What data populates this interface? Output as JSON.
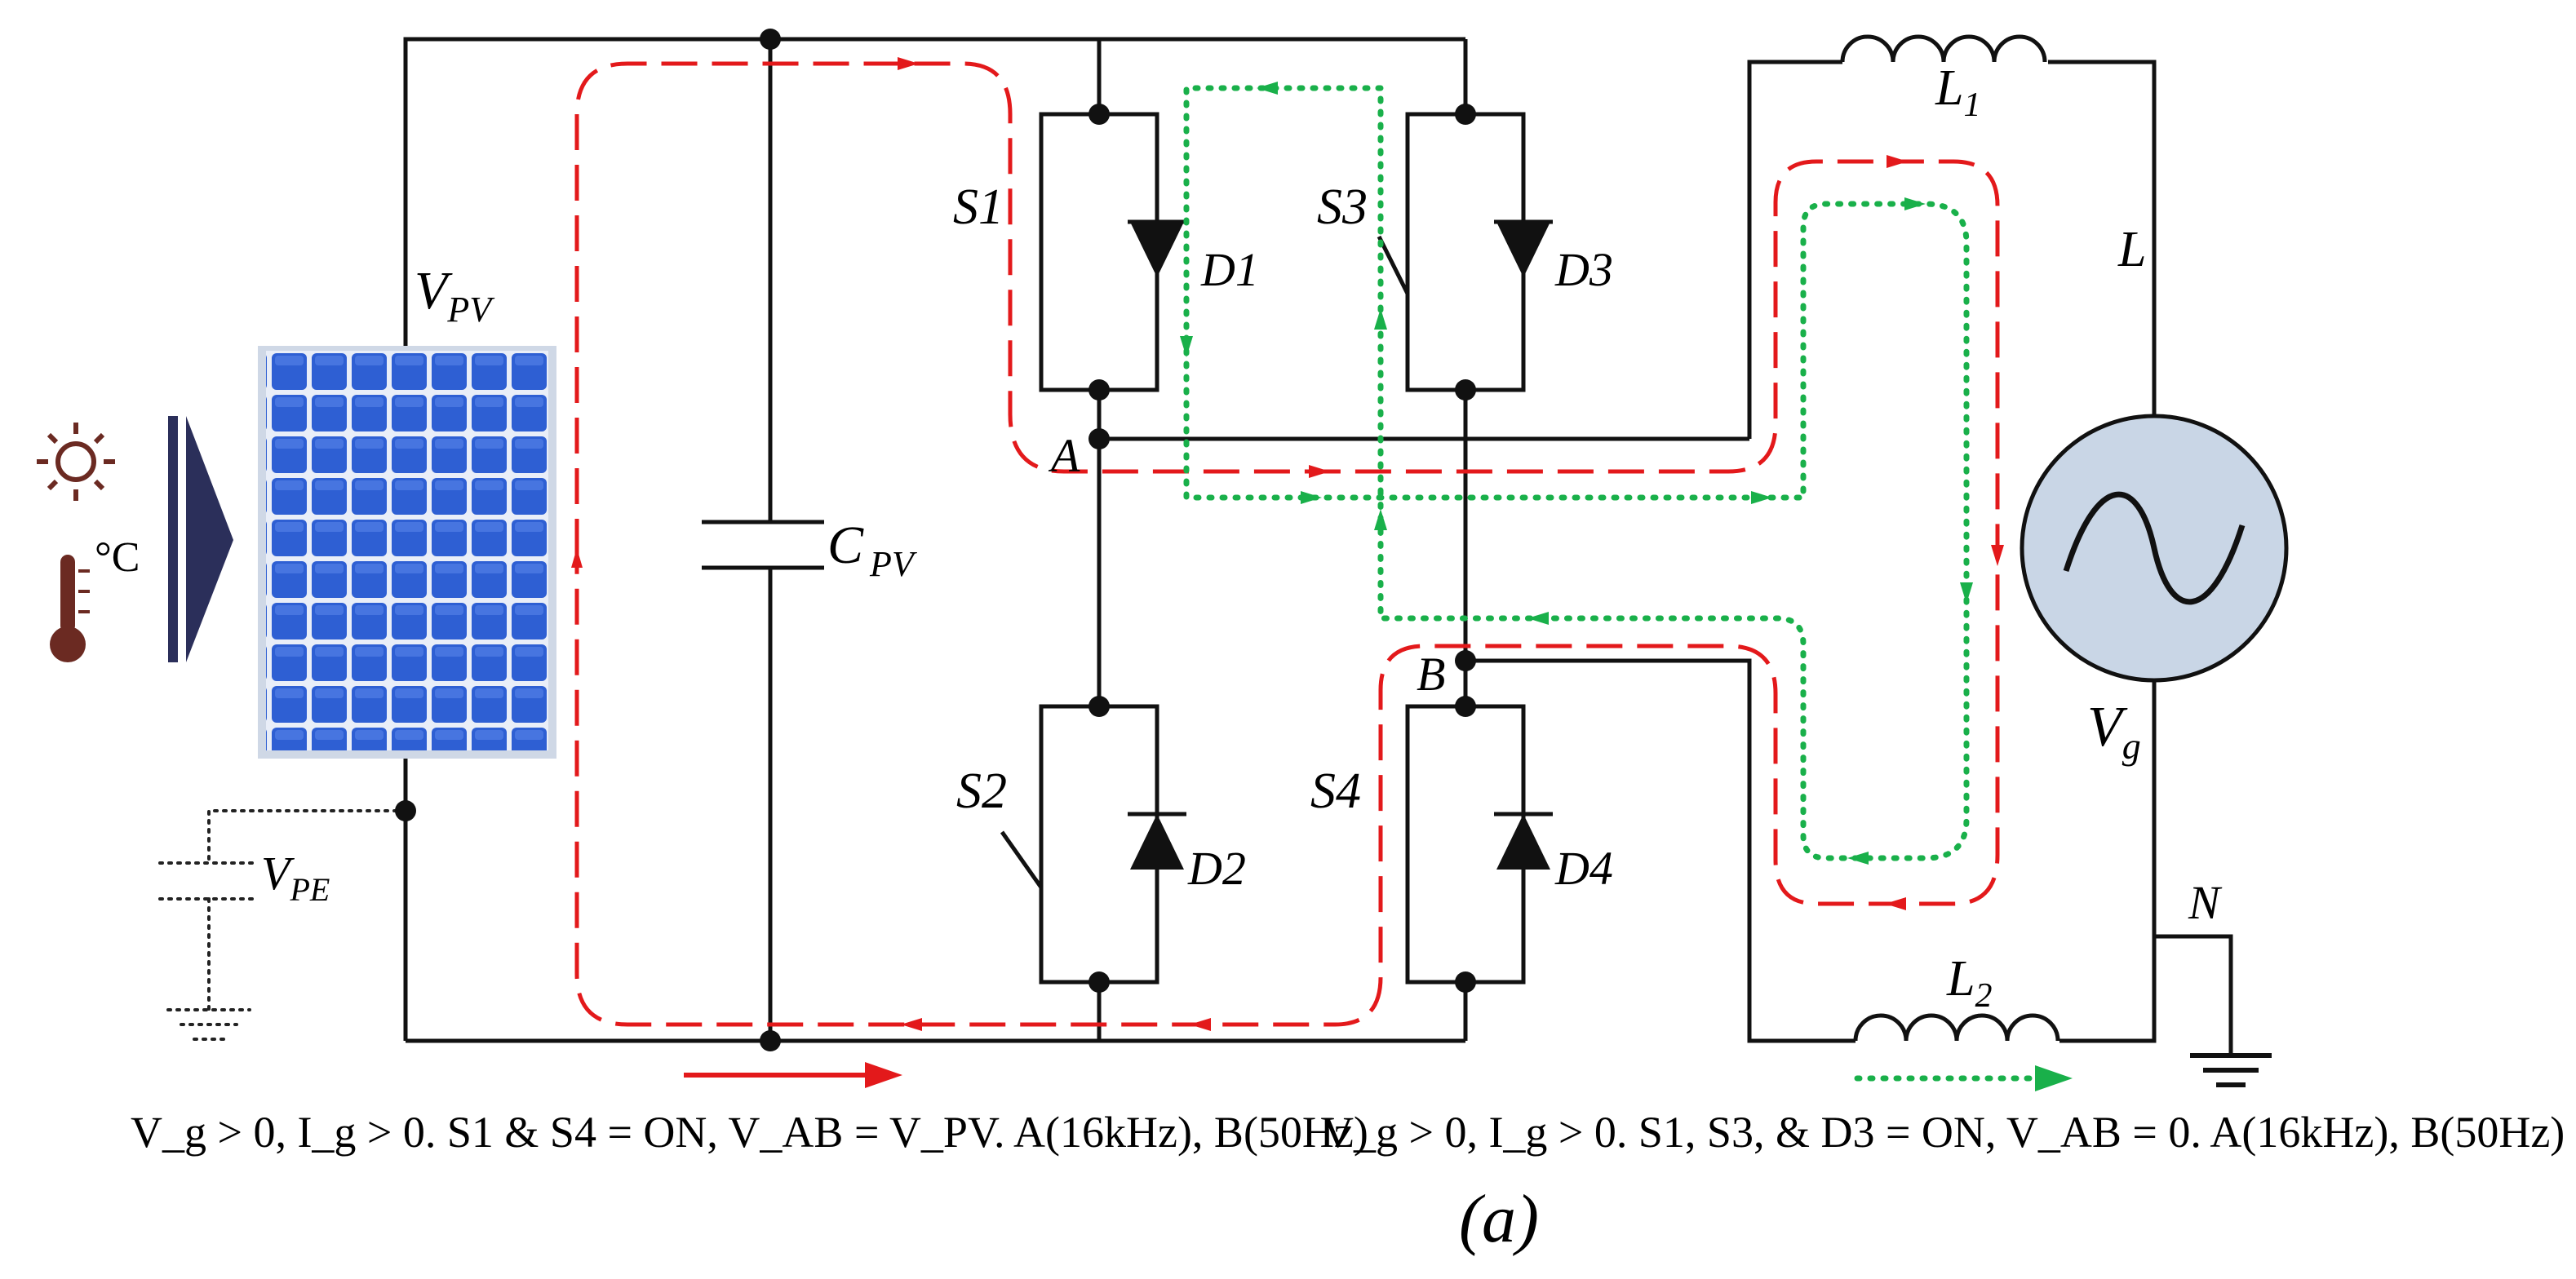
{
  "labels": {
    "vpv": "V",
    "vpv_sub": "PV",
    "cpv": "C",
    "cpv_sub": "PV",
    "vpe": "V",
    "vpe_sub": "PE",
    "celsius": "°C",
    "s1": "S1",
    "s2": "S2",
    "s3": "S3",
    "s4": "S4",
    "d1": "D1",
    "d2": "D2",
    "d3": "D3",
    "d4": "D4",
    "node_a": "A",
    "node_b": "B",
    "l1": "L",
    "l1_sub": "1",
    "l2": "L",
    "l2_sub": "2",
    "line": "L",
    "neutral": "N",
    "vg": "V",
    "vg_sub": "g"
  },
  "captions": {
    "left": "V_g > 0, I_g > 0.  S1 & S4 = ON,  V_AB = V_PV. A(16kHz), B(50Hz)",
    "right": "V_g > 0, I_g > 0.  S1, S3, & D3 = ON,  V_AB = 0. A(16kHz), B(50Hz)",
    "figure": "(a)"
  },
  "colors": {
    "mode1_path": "#e3191b",
    "mode2_path": "#19b04a",
    "wire": "#111111",
    "panel": "#2f5fd0",
    "source_fill": "#c9d6e6",
    "sun": "#6b2a22"
  }
}
